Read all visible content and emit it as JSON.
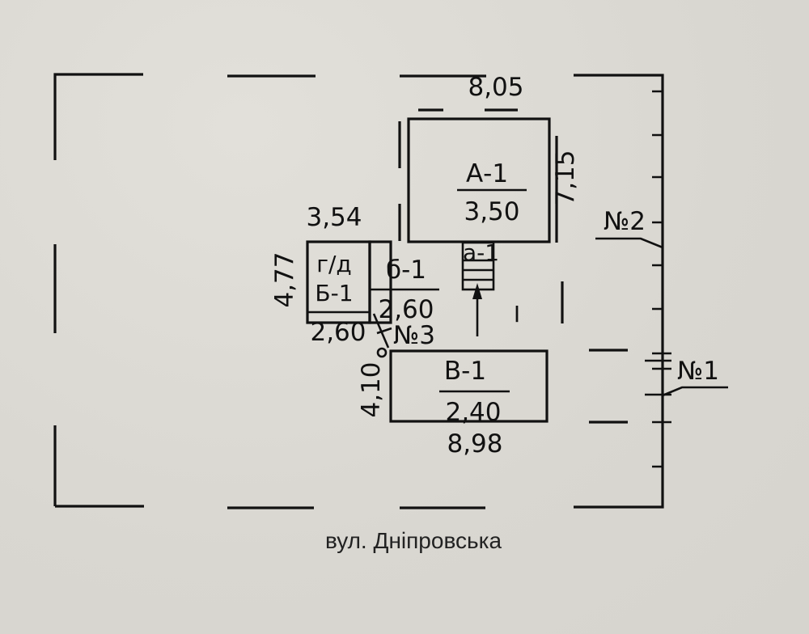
{
  "street_label": "вул. Дніпровська",
  "colors": {
    "paper": "#dddbd5",
    "ink": "#111111"
  },
  "buildings": {
    "A": {
      "code": "А-1",
      "height": "3,50",
      "width_dim": "8,05",
      "depth_dim": "7,15"
    },
    "a": {
      "code": "а-1"
    },
    "B": {
      "code": "Б-1",
      "height_note": "г/д",
      "width_dim": "3,54",
      "depth_dim": "4,77",
      "bottom_dim": "2,60"
    },
    "b": {
      "code": "б-1",
      "height": "2,60"
    },
    "V": {
      "code": "В-1",
      "height": "2,40",
      "width_dim": "8,98",
      "depth_dim": "4,10"
    }
  },
  "markers": {
    "gate1": "№1",
    "gate2": "№2",
    "fence3": "№3",
    "yard": "I"
  }
}
